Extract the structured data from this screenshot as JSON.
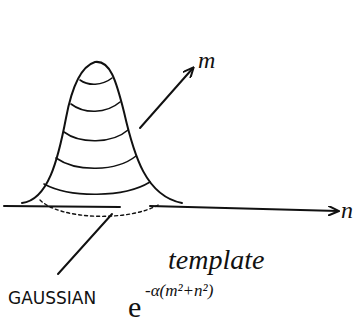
{
  "diagram": {
    "labels": [
      "m",
      "n",
      "template",
      "GAUSSIAN",
      "e",
      "-α(m²+n²)"
    ]
  }
}
